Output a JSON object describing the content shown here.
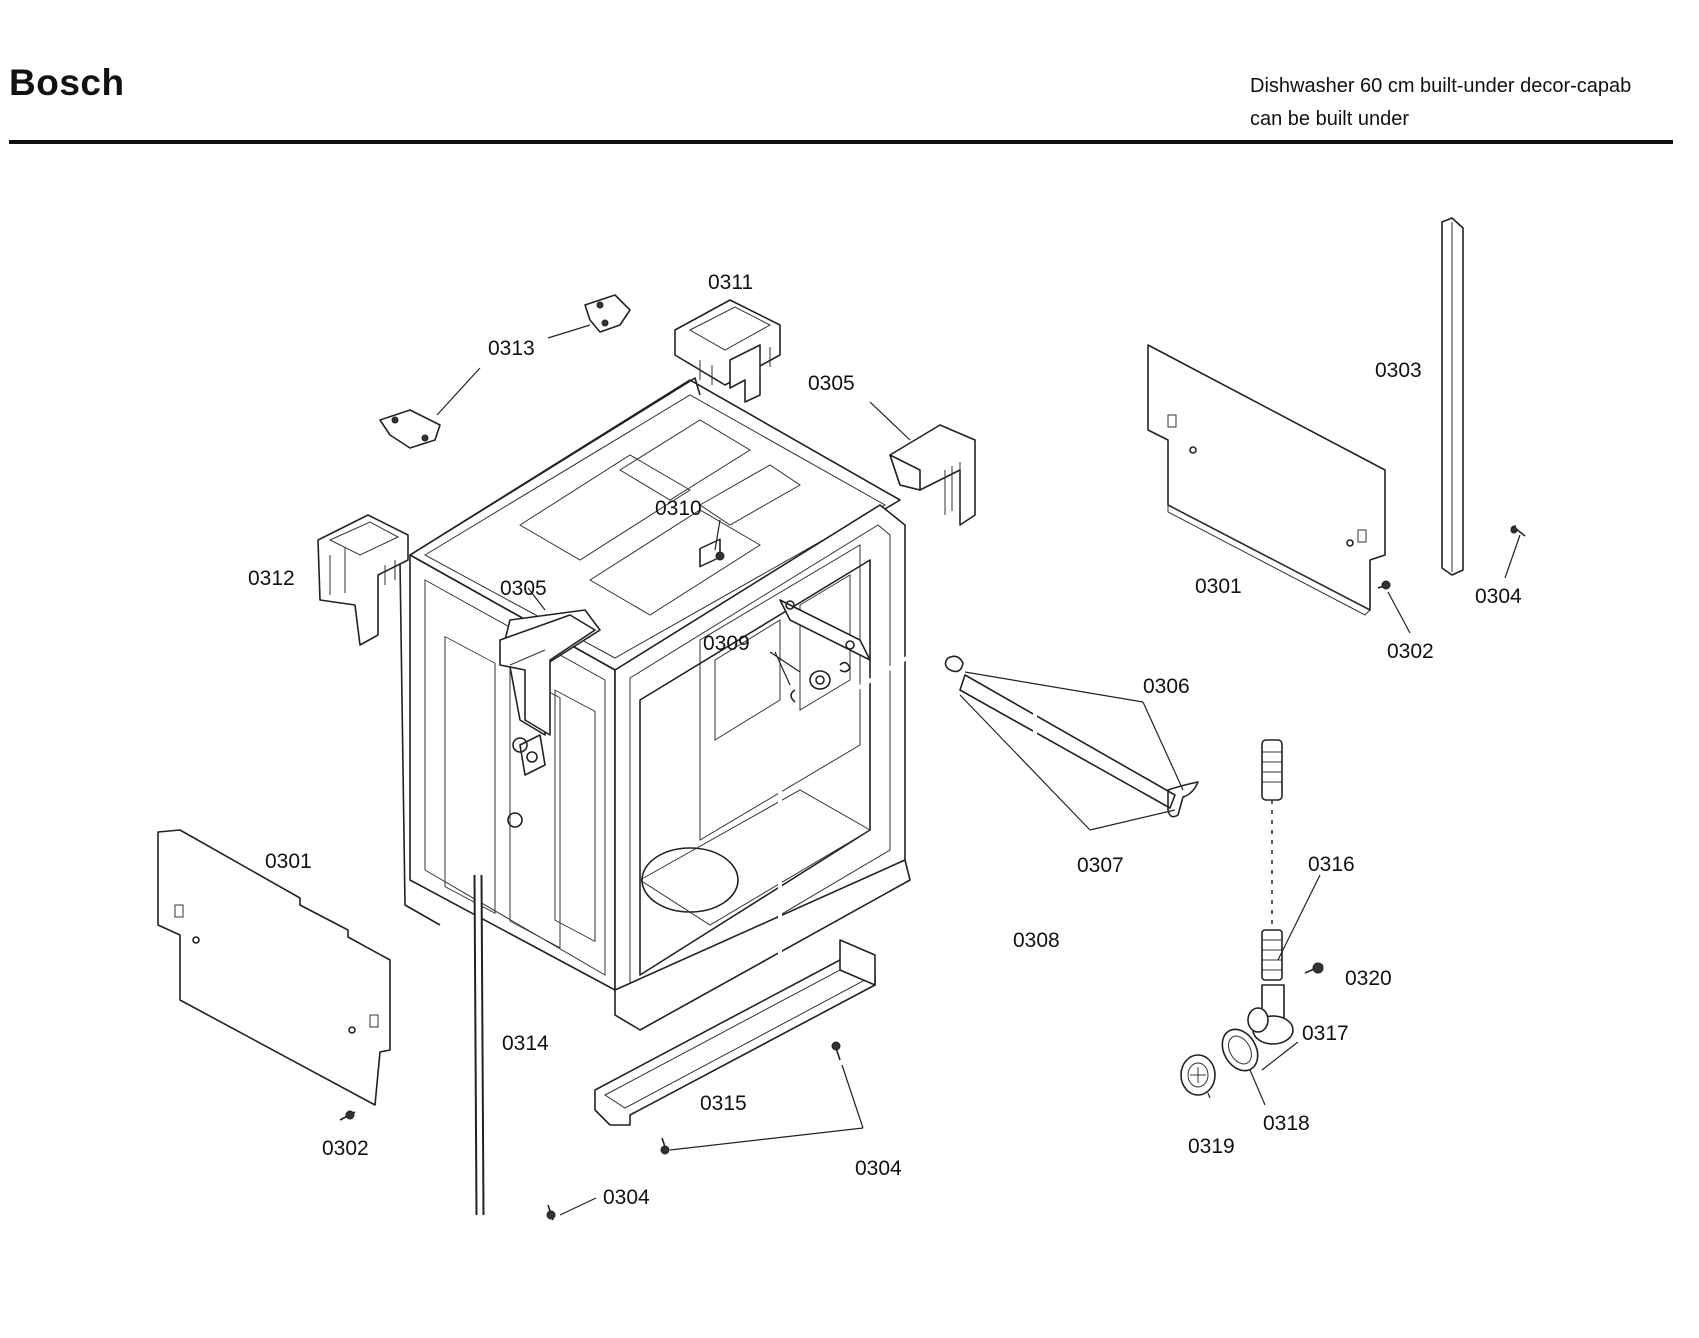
{
  "header": {
    "brand": "Bosch",
    "description_line1": "Dishwasher 60 cm built-under decor-capab",
    "description_line2": "can be built under"
  },
  "callouts": {
    "c0311": "0311",
    "c0313": "0313",
    "c0305_top": "0305",
    "c0303": "0303",
    "c0310": "0310",
    "c0312": "0312",
    "c0305_side": "0305",
    "c0301_right": "0301",
    "c0304_right": "0304",
    "c0302_right": "0302",
    "c0309": "0309",
    "c0306": "0306",
    "c0301_left": "0301",
    "c0307": "0307",
    "c0316": "0316",
    "c0308": "0308",
    "c0320": "0320",
    "c0314": "0314",
    "c0317": "0317",
    "c0315": "0315",
    "c0318": "0318",
    "c0302_left": "0302",
    "c0319": "0319",
    "c0304_bottom_right": "0304",
    "c0304_bottom_left": "0304"
  }
}
